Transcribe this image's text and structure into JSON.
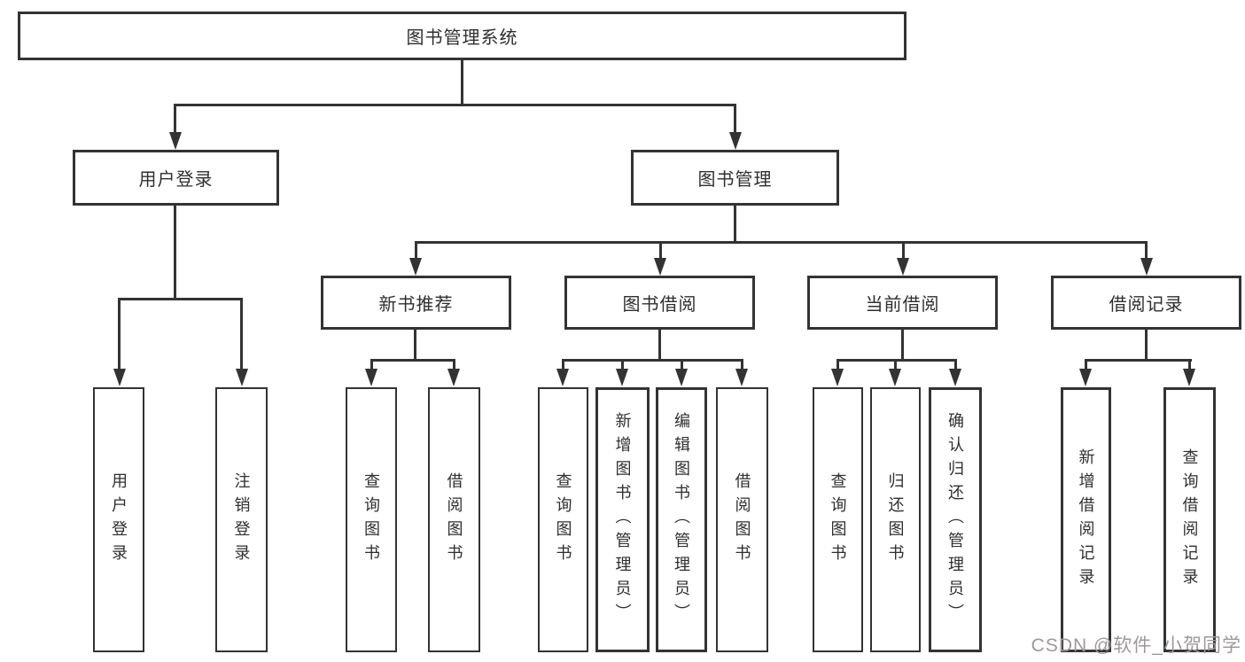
{
  "tree": {
    "root": {
      "label": "图书管理系统"
    },
    "branches": [
      {
        "label": "用户登录",
        "children": [
          {
            "label": "用户登录"
          },
          {
            "label": "注销登录"
          }
        ]
      },
      {
        "label": "图书管理",
        "children": [
          {
            "label": "新书推荐",
            "children": [
              {
                "label": "查询图书"
              },
              {
                "label": "借阅图书"
              }
            ]
          },
          {
            "label": "图书借阅",
            "children": [
              {
                "label": "查询图书"
              },
              {
                "label": "新增图书（管理员）"
              },
              {
                "label": "编辑图书（管理员）"
              },
              {
                "label": "借阅图书"
              }
            ]
          },
          {
            "label": "当前借阅",
            "children": [
              {
                "label": "查询图书"
              },
              {
                "label": "归还图书"
              },
              {
                "label": "确认归还（管理员）"
              }
            ]
          },
          {
            "label": "借阅记录",
            "children": [
              {
                "label": "新增借阅记录"
              },
              {
                "label": "查询借阅记录"
              }
            ]
          }
        ]
      }
    ]
  },
  "watermark": {
    "text": "CSDN @软件_小贺同学"
  },
  "icons": {
    "arrowhead": "filled-down-triangle"
  },
  "colors": {
    "line": "#333333",
    "box_border": "#333333",
    "box_fill": "#ffffff",
    "background": "#ffffff",
    "watermark": "#9f9898"
  }
}
